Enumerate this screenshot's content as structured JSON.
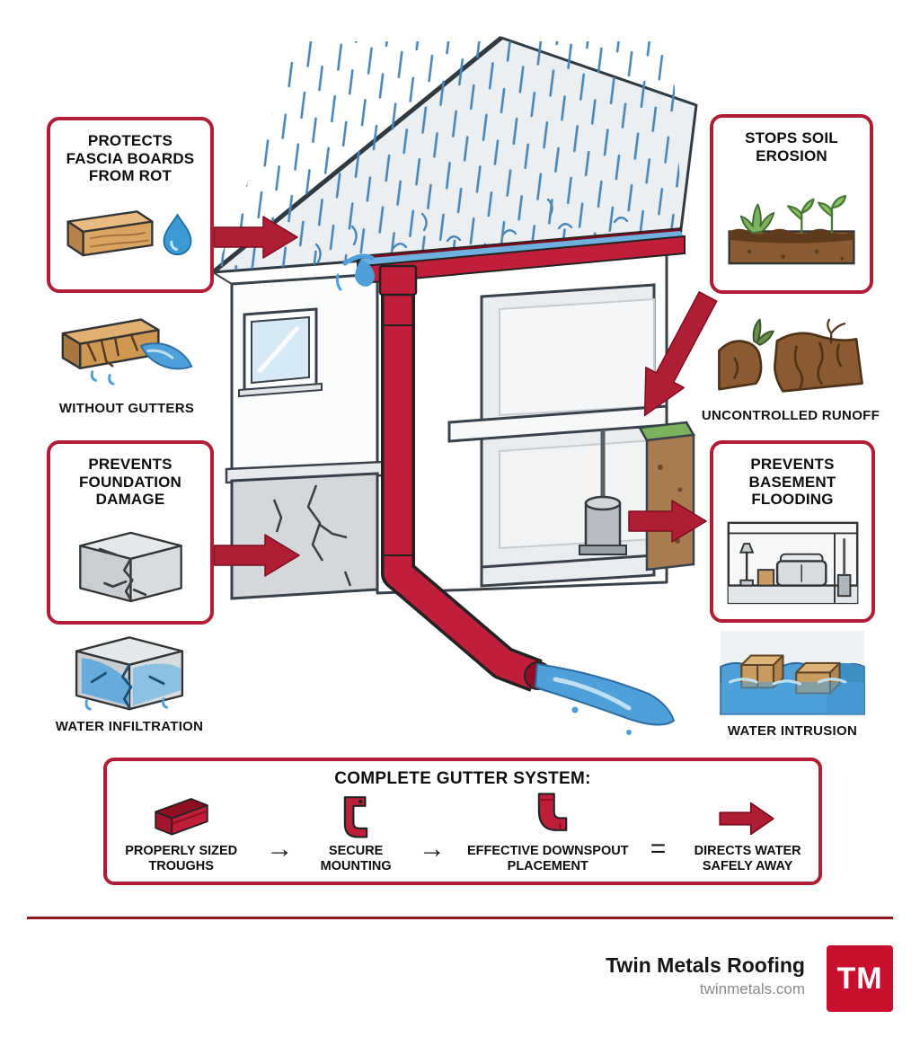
{
  "illustration": {
    "name": "gutter-system-house-diagram",
    "elements": [
      "rain",
      "roof",
      "gutter",
      "downspout",
      "water-flow",
      "house-cutaway",
      "sump-pump",
      "soil-cross-section",
      "foundation-cracks",
      "window"
    ]
  },
  "callouts": {
    "fascia": {
      "title": "PROTECTS FASCIA BOARDS FROM ROT",
      "icon": "wood-board-and-droplet-icon",
      "caption": "WITHOUT GUTTERS"
    },
    "erosion": {
      "title": "STOPS SOIL EROSION",
      "icon": "plants-in-soil-icon",
      "caption": "UNCONTROLLED RUNOFF"
    },
    "foundation": {
      "title": "PREVENTS FOUNDATION DAMAGE",
      "icon": "cracked-foundation-icon",
      "caption": "WATER INFILTRATION"
    },
    "basement": {
      "title": "PREVENTS BASEMENT FLOODING",
      "icon": "basement-room-icon",
      "caption": "WATER INTRUSION"
    }
  },
  "system": {
    "title": "COMPLETE GUTTER SYSTEM:",
    "steps": [
      {
        "label": "PROPERLY SIZED TROUGHS",
        "icon": "gutter-trough-icon"
      },
      {
        "label": "SECURE MOUNTING",
        "icon": "gutter-bracket-icon"
      },
      {
        "label": "EFFECTIVE DOWNSPOUT PLACEMENT",
        "icon": "downspout-elbow-icon"
      },
      {
        "label": "DIRECTS WATER SAFELY AWAY",
        "icon": "red-arrow-icon"
      }
    ],
    "separators": [
      "→",
      "→",
      "="
    ]
  },
  "footer": {
    "company": "Twin Metals Roofing",
    "website": "twinmetals.com",
    "logo_text": "TM"
  },
  "colors": {
    "accent_red": "#B01E35",
    "gutter_red": "#C01F3C",
    "water_blue": "#4FA0D8",
    "rain_blue": "#4A86B5",
    "wood_tan": "#D9A560",
    "soil_brown": "#8A5A33",
    "plant_green": "#7CB25E",
    "footer_line_red": "#8E1A21",
    "logo_red": "#C8102E"
  }
}
